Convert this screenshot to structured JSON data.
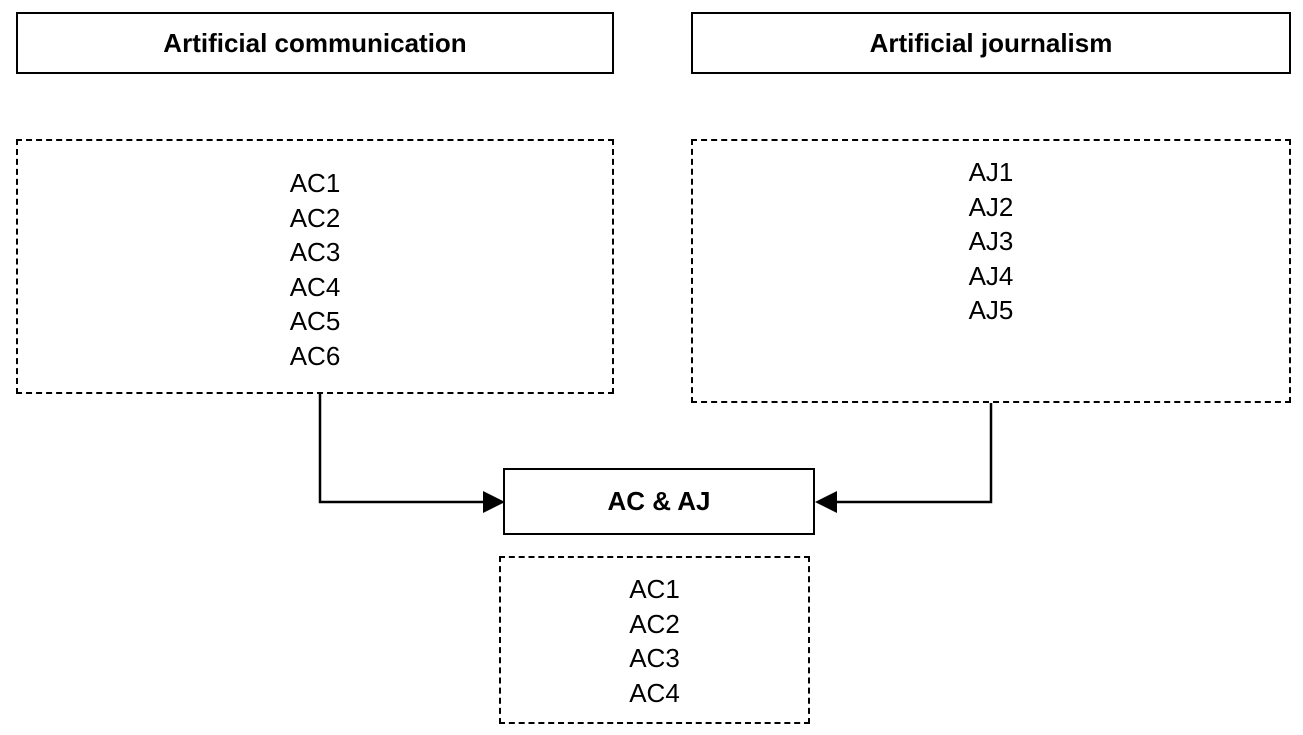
{
  "headers": {
    "left": "Artificial communication",
    "right": "Artificial journalism",
    "center": "AC & AJ"
  },
  "lists": {
    "left": [
      "AC1",
      "AC2",
      "AC3",
      "AC4",
      "AC5",
      "AC6"
    ],
    "right": [
      "AJ1",
      "AJ2",
      "AJ3",
      "AJ4",
      "AJ5"
    ],
    "center": [
      "AC1",
      "AC2",
      "AC3",
      "AC4"
    ]
  },
  "colors": {
    "stroke": "#000000",
    "background": "#ffffff"
  }
}
